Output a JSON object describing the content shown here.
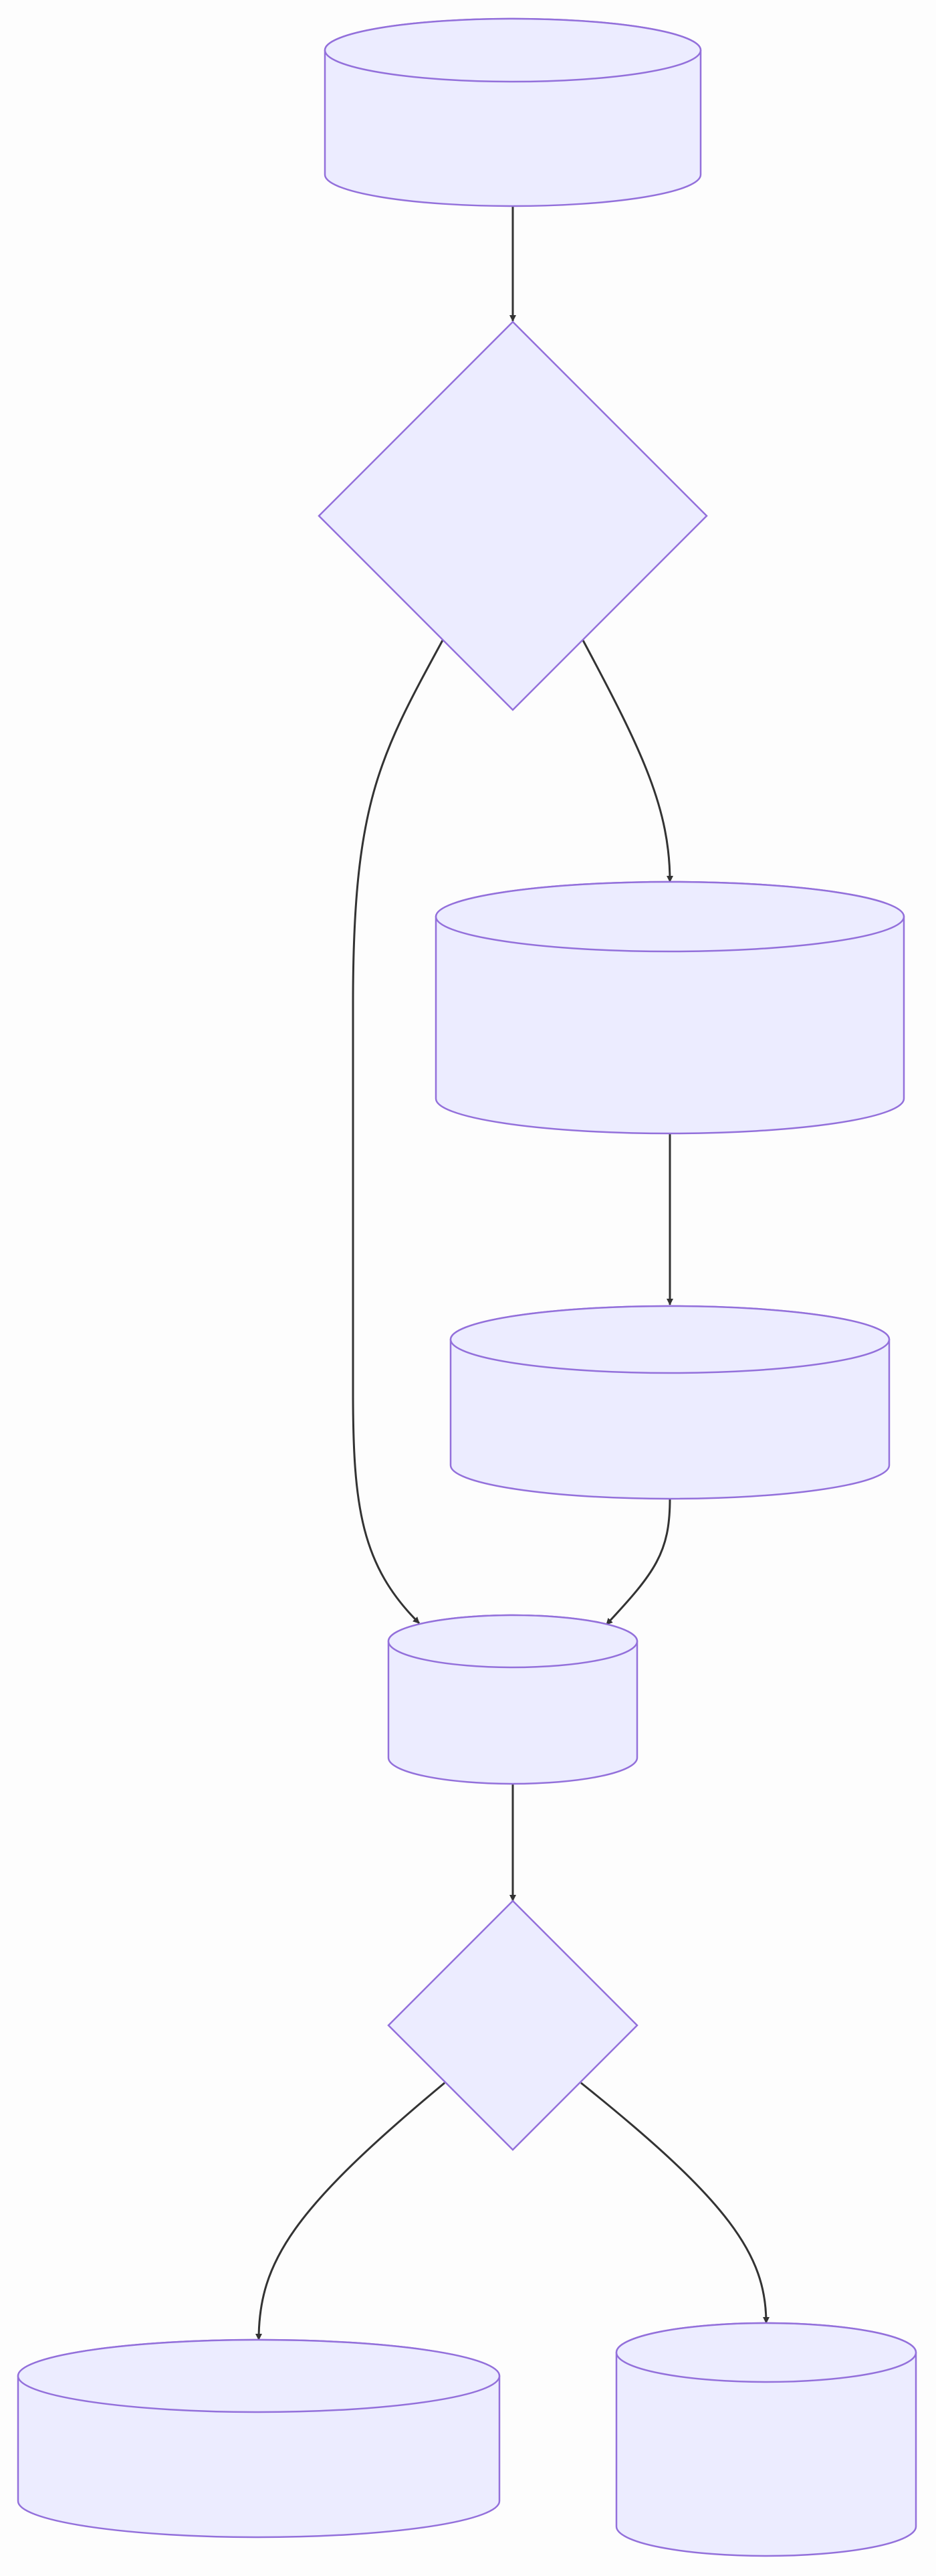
{
  "diagram": {
    "kind": "flowchart",
    "direction": "top-to-bottom",
    "style": {
      "node_fill": "#ececff",
      "node_stroke": "#9370db",
      "edge_color": "#333333",
      "background": "#fdfdfd"
    },
    "nodes": [
      {
        "id": "db-top",
        "shape": "cylinder",
        "label": ""
      },
      {
        "id": "decision-1",
        "shape": "diamond",
        "label": ""
      },
      {
        "id": "db-right-1",
        "shape": "cylinder",
        "label": ""
      },
      {
        "id": "db-right-2",
        "shape": "cylinder",
        "label": ""
      },
      {
        "id": "db-merge",
        "shape": "cylinder",
        "label": ""
      },
      {
        "id": "decision-2",
        "shape": "diamond",
        "label": ""
      },
      {
        "id": "db-bottom-left",
        "shape": "cylinder",
        "label": ""
      },
      {
        "id": "db-bottom-right",
        "shape": "cylinder",
        "label": ""
      }
    ],
    "edges": [
      {
        "from": "db-top",
        "to": "decision-1"
      },
      {
        "from": "decision-1",
        "to": "db-merge"
      },
      {
        "from": "decision-1",
        "to": "db-right-1"
      },
      {
        "from": "db-right-1",
        "to": "db-right-2"
      },
      {
        "from": "db-right-2",
        "to": "db-merge"
      },
      {
        "from": "db-merge",
        "to": "decision-2"
      },
      {
        "from": "decision-2",
        "to": "db-bottom-left"
      },
      {
        "from": "decision-2",
        "to": "db-bottom-right"
      }
    ]
  }
}
